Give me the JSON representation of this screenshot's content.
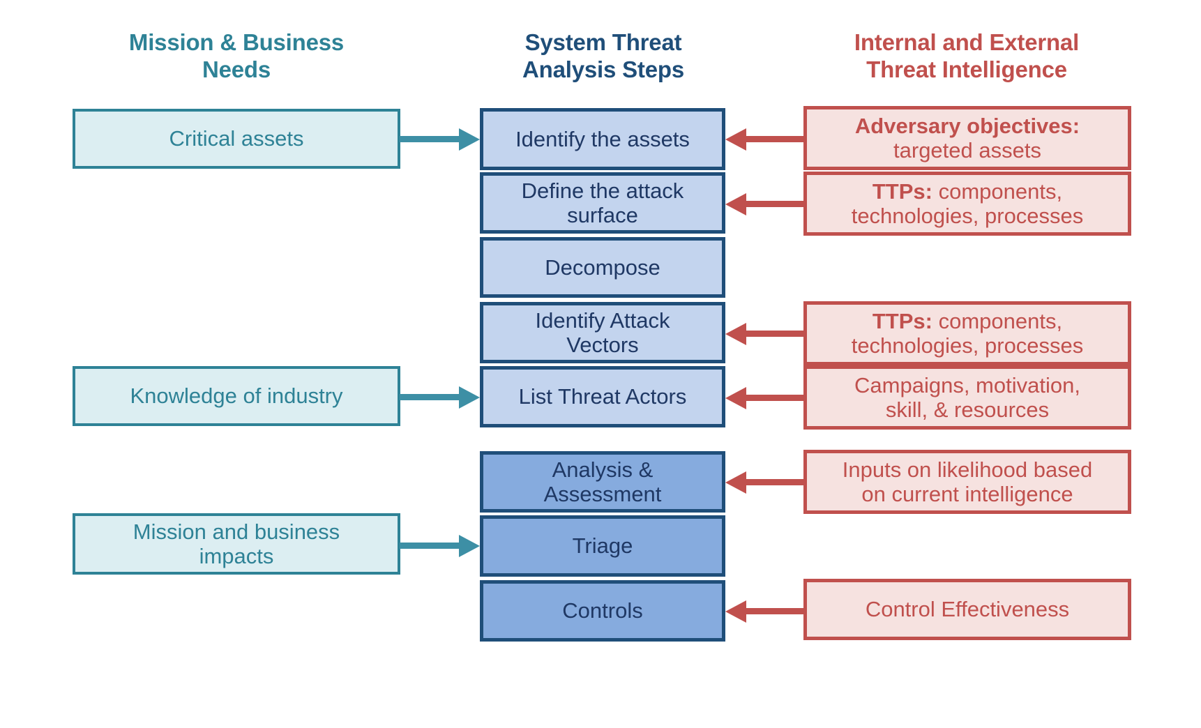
{
  "columns": {
    "left": {
      "title_line1": "Mission & Business",
      "title_line2": "Needs",
      "color": "#2E8296"
    },
    "mid": {
      "title_line1": "System Threat",
      "title_line2": "Analysis Steps",
      "color": "#1F4E79"
    },
    "right": {
      "title_line1": "Internal and External",
      "title_line2": "Threat Intelligence",
      "color": "#C0504D"
    }
  },
  "inputs": [
    {
      "id": "critical-assets",
      "line1": "Critical assets",
      "line2": ""
    },
    {
      "id": "knowledge-of-industry",
      "line1": "Knowledge of industry",
      "line2": ""
    },
    {
      "id": "mission-business-impacts",
      "line1": "Mission and business",
      "line2": "impacts"
    }
  ],
  "steps": [
    {
      "id": "identify-the-assets",
      "line1": "Identify the assets",
      "line2": "",
      "shade": "light"
    },
    {
      "id": "define-the-attack-surface",
      "line1": "Define the attack",
      "line2": "surface",
      "shade": "light"
    },
    {
      "id": "decompose",
      "line1": "Decompose",
      "line2": "",
      "shade": "light"
    },
    {
      "id": "identify-attack-vectors",
      "line1": "Identify Attack",
      "line2": "Vectors",
      "shade": "light"
    },
    {
      "id": "list-threat-actors",
      "line1": "List Threat Actors",
      "line2": "",
      "shade": "light"
    },
    {
      "id": "analysis-and-assessment",
      "line1": "Analysis &",
      "line2": "Assessment",
      "shade": "dark"
    },
    {
      "id": "triage",
      "line1": "Triage",
      "line2": "",
      "shade": "dark"
    },
    {
      "id": "controls",
      "line1": "Controls",
      "line2": "",
      "shade": "dark"
    }
  ],
  "intel": [
    {
      "id": "adversary-objectives",
      "bold1": "Adversary objectives:",
      "rest1": "",
      "line2": "targeted assets"
    },
    {
      "id": "ttps-attack-surface",
      "bold1": "TTPs:",
      "rest1": " components,",
      "line2": "technologies, processes"
    },
    {
      "id": "ttps-attack-vectors",
      "bold1": "TTPs:",
      "rest1": " components,",
      "line2": "technologies, processes"
    },
    {
      "id": "campaigns-motivation",
      "bold1": "",
      "rest1": "Campaigns, motivation,",
      "line2": "skill, & resources"
    },
    {
      "id": "likelihood-inputs",
      "bold1": "",
      "rest1": "Inputs on likelihood based",
      "line2": "on current intelligence"
    },
    {
      "id": "control-effectiveness",
      "bold1": "",
      "rest1": "Control Effectiveness",
      "line2": ""
    }
  ],
  "colors": {
    "teal_border": "#2E8296",
    "teal_fill": "#DCEEF2",
    "teal_arrow": "#3D8FA5",
    "blue_border": "#1F4E79",
    "blue_fill_light": "#C3D4EE",
    "blue_fill_dark": "#86ABDE",
    "blue_text": "#1F3864",
    "red_border": "#C0504D",
    "red_fill": "#F6E2E0",
    "red_text": "#C0504D",
    "background": "#FFFFFF"
  }
}
